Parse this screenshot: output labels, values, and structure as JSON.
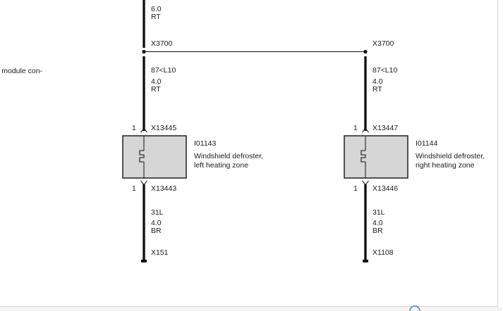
{
  "diagram": {
    "cutoff_label": "l module con-",
    "left_branch": {
      "top_wire_size": "6.0",
      "top_wire_color": "RT",
      "split_connector": "X3700",
      "signal": "87<L10",
      "wire_size": "4.0",
      "wire_color": "RT",
      "pin_top": "1",
      "connector_top": "X13445",
      "component_id": "I01143",
      "component_desc_line1": "Windshield defroster,",
      "component_desc_line2": "left heating zone",
      "pin_bottom": "1",
      "connector_bottom": "X13443",
      "ground_signal": "31L",
      "ground_wire_size": "4.0",
      "ground_wire_color": "BR",
      "ground_point": "X151"
    },
    "right_branch": {
      "split_connector": "X3700",
      "signal": "87<L10",
      "wire_size": "4.0",
      "wire_color": "RT",
      "pin_top": "1",
      "connector_top": "X13447",
      "component_id": "I01144",
      "component_desc_line1": "Windshield defroster,",
      "component_desc_line2": "right heating zone",
      "pin_bottom": "1",
      "connector_bottom": "X13446",
      "ground_signal": "31L",
      "ground_wire_size": "4.0",
      "ground_wire_color": "BR",
      "ground_point": "X1108"
    }
  },
  "colors": {
    "wire": "#111111",
    "component_fill": "#d6d6d6",
    "text": "#1a1a1a",
    "border": "#d4d4d4"
  }
}
